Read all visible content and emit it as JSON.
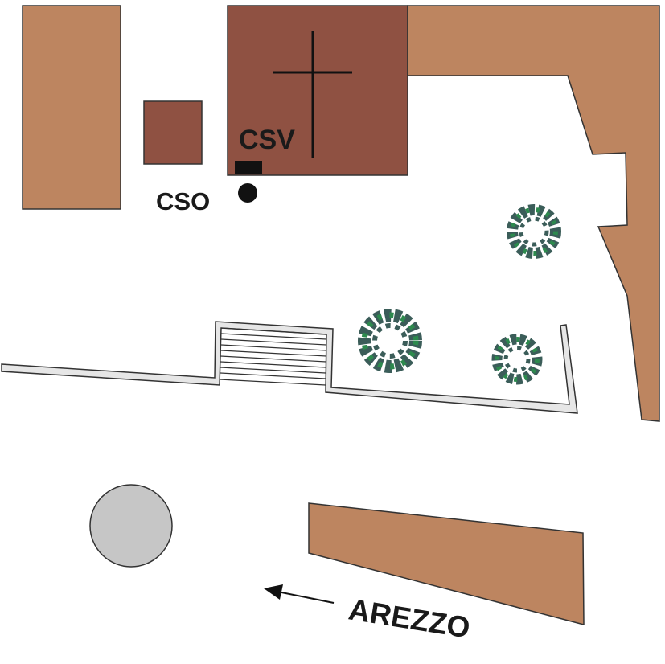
{
  "labels": {
    "csv": "CSV",
    "cso": "CSO",
    "arezzo": "AREZZO"
  },
  "colors": {
    "building": "#bd8560",
    "church": "#8f5142",
    "outline": "#333333",
    "wall_fill": "#e6e6e6",
    "roundabout": "#c6c6c6",
    "tree_dark": "#3b5d59",
    "tree_light": "#2d8a4e",
    "marker": "#111111"
  },
  "icons": {
    "church_cross": "cross-icon",
    "cso_marker": "dot-icon",
    "csv_marker": "rectangle-icon",
    "direction": "arrow-left-icon",
    "tree": "tree-icon"
  }
}
